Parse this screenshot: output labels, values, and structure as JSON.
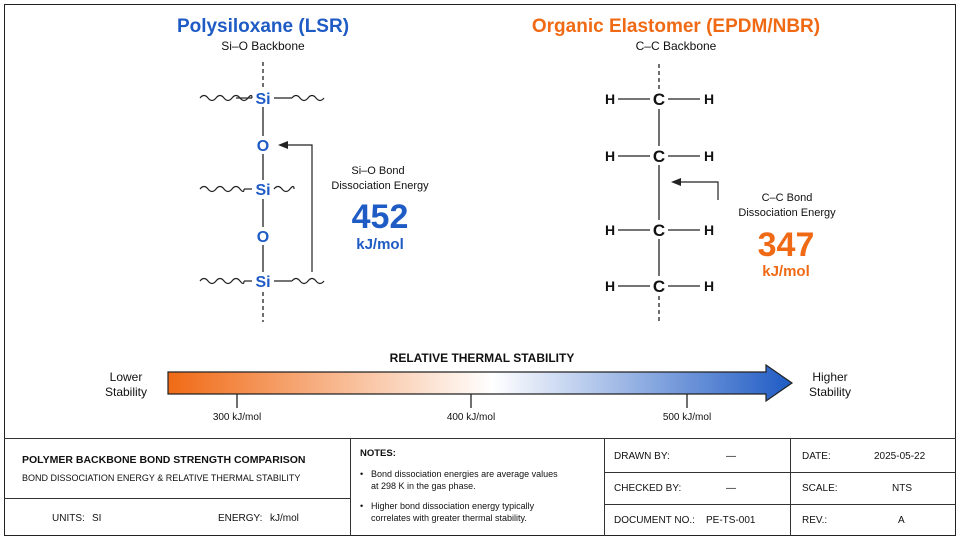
{
  "left": {
    "title": "Polysiloxane (LSR)",
    "subtitle": "Si–O Backbone",
    "atom_si": "Si",
    "atom_o": "O",
    "annotation_line1": "Si–O Bond",
    "annotation_line2": "Dissociation Energy",
    "value": "452",
    "unit": "kJ/mol",
    "color": "#1f5bc4"
  },
  "right": {
    "title": "Organic Elastomer (EPDM/NBR)",
    "subtitle": "C–C Backbone",
    "atom_c": "C",
    "atom_h": "H",
    "annotation_line1": "C–C Bond",
    "annotation_line2": "Dissociation Energy",
    "value": "347",
    "unit": "kJ/mol",
    "color": "#f06a15"
  },
  "scale": {
    "title": "RELATIVE THERMAL STABILITY",
    "left_label_1": "Lower",
    "left_label_2": "Stability",
    "right_label_1": "Higher",
    "right_label_2": "Stability",
    "ticks": [
      {
        "label": "300 kJ/mol",
        "value": 300
      },
      {
        "label": "400 kJ/mol",
        "value": 400
      },
      {
        "label": "500 kJ/mol",
        "value": 500
      }
    ],
    "gradient_start": "#f06a15",
    "gradient_end": "#1f5bc4"
  },
  "title_block": {
    "main_title": "POLYMER BACKBONE BOND STRENGTH COMPARISON",
    "sub_title": "BOND DISSOCIATION ENERGY & RELATIVE THERMAL STABILITY",
    "units_label": "UNITS:",
    "units_value": "SI",
    "energy_label": "ENERGY:",
    "energy_value": "kJ/mol",
    "notes_heading": "NOTES:",
    "note1_line1": "Bond dissociation energies are average values",
    "note1_line2": "at 298 K in the gas phase.",
    "note2_line1": "Higher bond dissociation energy typically",
    "note2_line2": "correlates with greater thermal stability.",
    "drawn_by_label": "DRAWN BY:",
    "drawn_by_value": "—",
    "checked_by_label": "CHECKED BY:",
    "checked_by_value": "—",
    "doc_no_label": "DOCUMENT NO.:",
    "doc_no_value": "PE-TS-001",
    "date_label": "DATE:",
    "date_value": "2025-05-22",
    "scale_label": "SCALE:",
    "scale_value": "NTS",
    "rev_label": "REV.:",
    "rev_value": "A"
  }
}
